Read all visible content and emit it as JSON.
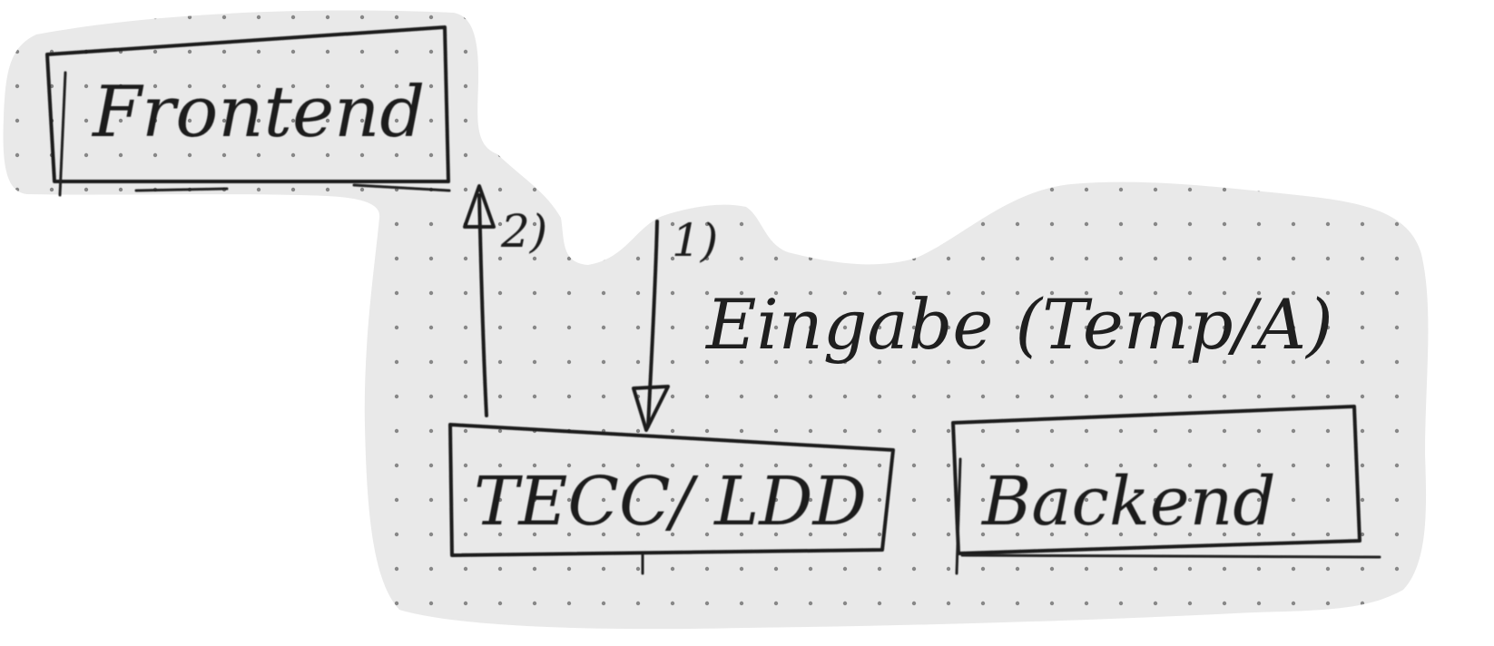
{
  "diagram": {
    "boxes": {
      "frontend": "Frontend",
      "teccldd": "TECC/ LDD",
      "backend": "Backend"
    },
    "arrows": {
      "up_label": "2)",
      "down_label": "1)",
      "input_label": "Eingabe (Temp/A)"
    },
    "colors": {
      "paper": "#e9e9e9",
      "ink": "#1f1f1f",
      "dots": "#6f6f6f"
    }
  }
}
